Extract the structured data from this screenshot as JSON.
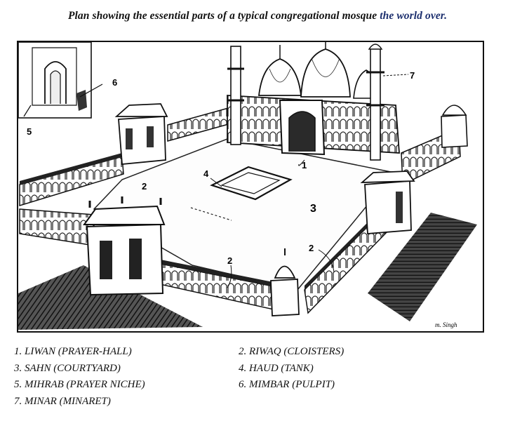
{
  "title": {
    "text_main": "Plan showing the essential parts of a typical congregational mosque",
    "text_tail": "the world over."
  },
  "diagram": {
    "callouts": {
      "inset_five": "5",
      "inset_six": "6",
      "minar": "7",
      "liwan": "1",
      "riwaq_left": "2",
      "riwaq_right": "2",
      "riwaq_front": "2",
      "sahn": "3",
      "haud": "4"
    },
    "signature": "m. Singh"
  },
  "legend": {
    "item1": "1. LIWAN (PRAYER-HALL)",
    "item2": "2. RIWAQ (CLOISTERS)",
    "item3": "3. SAHN (COURTYARD)",
    "item4": "4. HAUD (TANK)",
    "item5": "5. MIHRAB (PRAYER NICHE)",
    "item6": "6. MIMBAR (PULPIT)",
    "item7": "7. MINAR (MINARET)"
  }
}
